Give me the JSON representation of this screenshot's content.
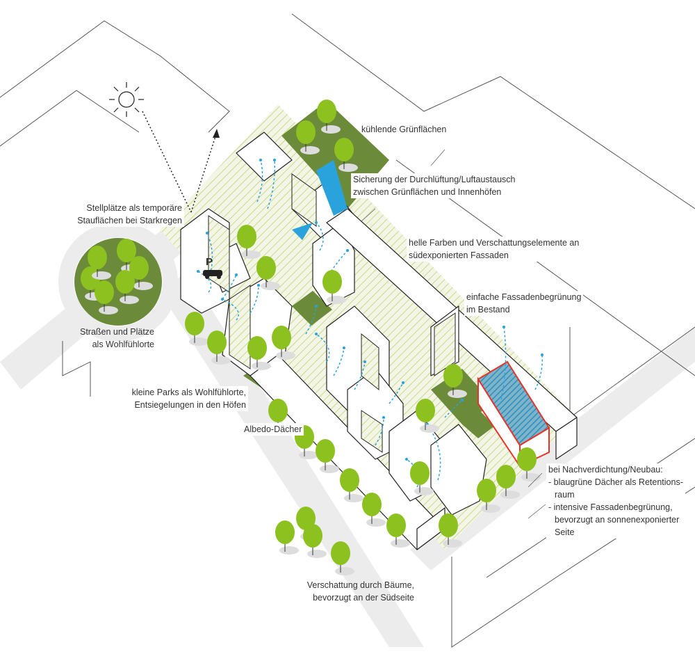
{
  "labels": {
    "cooling_green": "kühlende Grünflächen",
    "ventilation": [
      "Sicherung der Durchlüftung/Luftaustausch",
      "zwischen Grünflächen und Innenhöfen"
    ],
    "light_colors": [
      "helle Farben und Verschattungselemente an",
      "südexponierten Fassaden"
    ],
    "facade_green": [
      "einfache Fassadenbegrünung",
      "im Bestand"
    ],
    "parking": [
      "Stellplätze als temporäre",
      "Stauflächen bei Starkregen"
    ],
    "streets": [
      "Straßen und Plätze",
      "als Wohlfühlorte"
    ],
    "small_parks": [
      "kleine Parks als Wohlfühlorte,",
      "Entsiegelungen in den Höfen"
    ],
    "albedo": "Albedo-Dächer",
    "densification": [
      "bei Nachverdichtung/Neubau:",
      "- blaugrüne Dächer als Retentions-",
      "raum",
      "- intensive Fassadenbegrünung,",
      "bevorzugt an sonnenexponierter",
      "Seite"
    ],
    "shade_trees": [
      "Verschattung durch Bäume,",
      "bevorzugt an der Südseite"
    ],
    "parking_sign": "P"
  },
  "colors": {
    "tree": "#8cc11f",
    "green_area": "#6b8a3a",
    "hatch": "#c9d98a",
    "street": "#ececec",
    "air_arrow": "#2aa3dc",
    "new_building": "#e8332a",
    "line": "#222222"
  },
  "icons": [
    "sun-icon",
    "car-icon",
    "tree-icon",
    "air-flow-arrow-icon"
  ]
}
